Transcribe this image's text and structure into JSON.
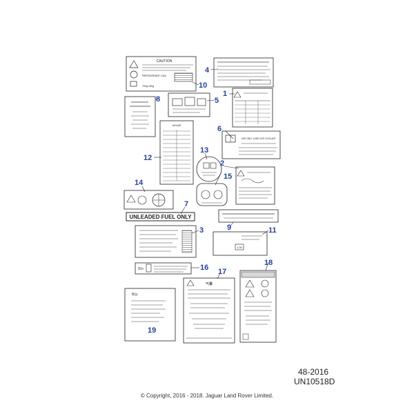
{
  "diagram": {
    "callouts": [
      "1",
      "2",
      "3",
      "4",
      "5",
      "6",
      "7",
      "8",
      "9",
      "10",
      "11",
      "12",
      "13",
      "14",
      "15",
      "16",
      "17",
      "18",
      "19"
    ],
    "label_texts": {
      "caution": "CAUTION",
      "unleaded": "UNLEADED FUEL ONLY",
      "jaguar": "JAGUAR",
      "number_91": "91+",
      "value_130": "1.30",
      "refrigerant": "REFRIGERANT 134a",
      "charge": "700g ±50g",
      "use_only": "USE ONLY LONG LIFE COOLANT",
      "airbag_cn": "气囊",
      "notice_cn": "警告!"
    }
  },
  "footer": {
    "page_number": "48-2016",
    "drawing_code": "UN10518D",
    "copyright": "© Copyright, 2016 - 2018. Jaguar Land Rover Limited."
  },
  "colors": {
    "callout": "#1f3fb0",
    "outline": "#222222"
  }
}
